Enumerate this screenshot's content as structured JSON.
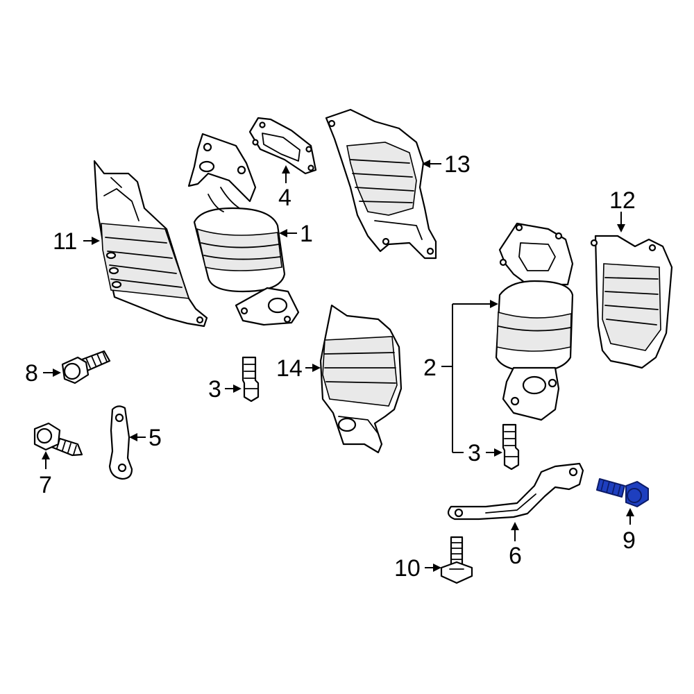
{
  "callouts": {
    "c1": "1",
    "c2": "2",
    "c3a": "3",
    "c3b": "3",
    "c4": "4",
    "c5": "5",
    "c6": "6",
    "c7": "7",
    "c8": "8",
    "c9": "9",
    "c10": "10",
    "c11": "11",
    "c12": "12",
    "c13": "13",
    "c14": "14"
  },
  "colors": {
    "highlight": "#1e3fbf",
    "line": "#000000",
    "background": "#ffffff"
  },
  "highlighted_part": "9"
}
